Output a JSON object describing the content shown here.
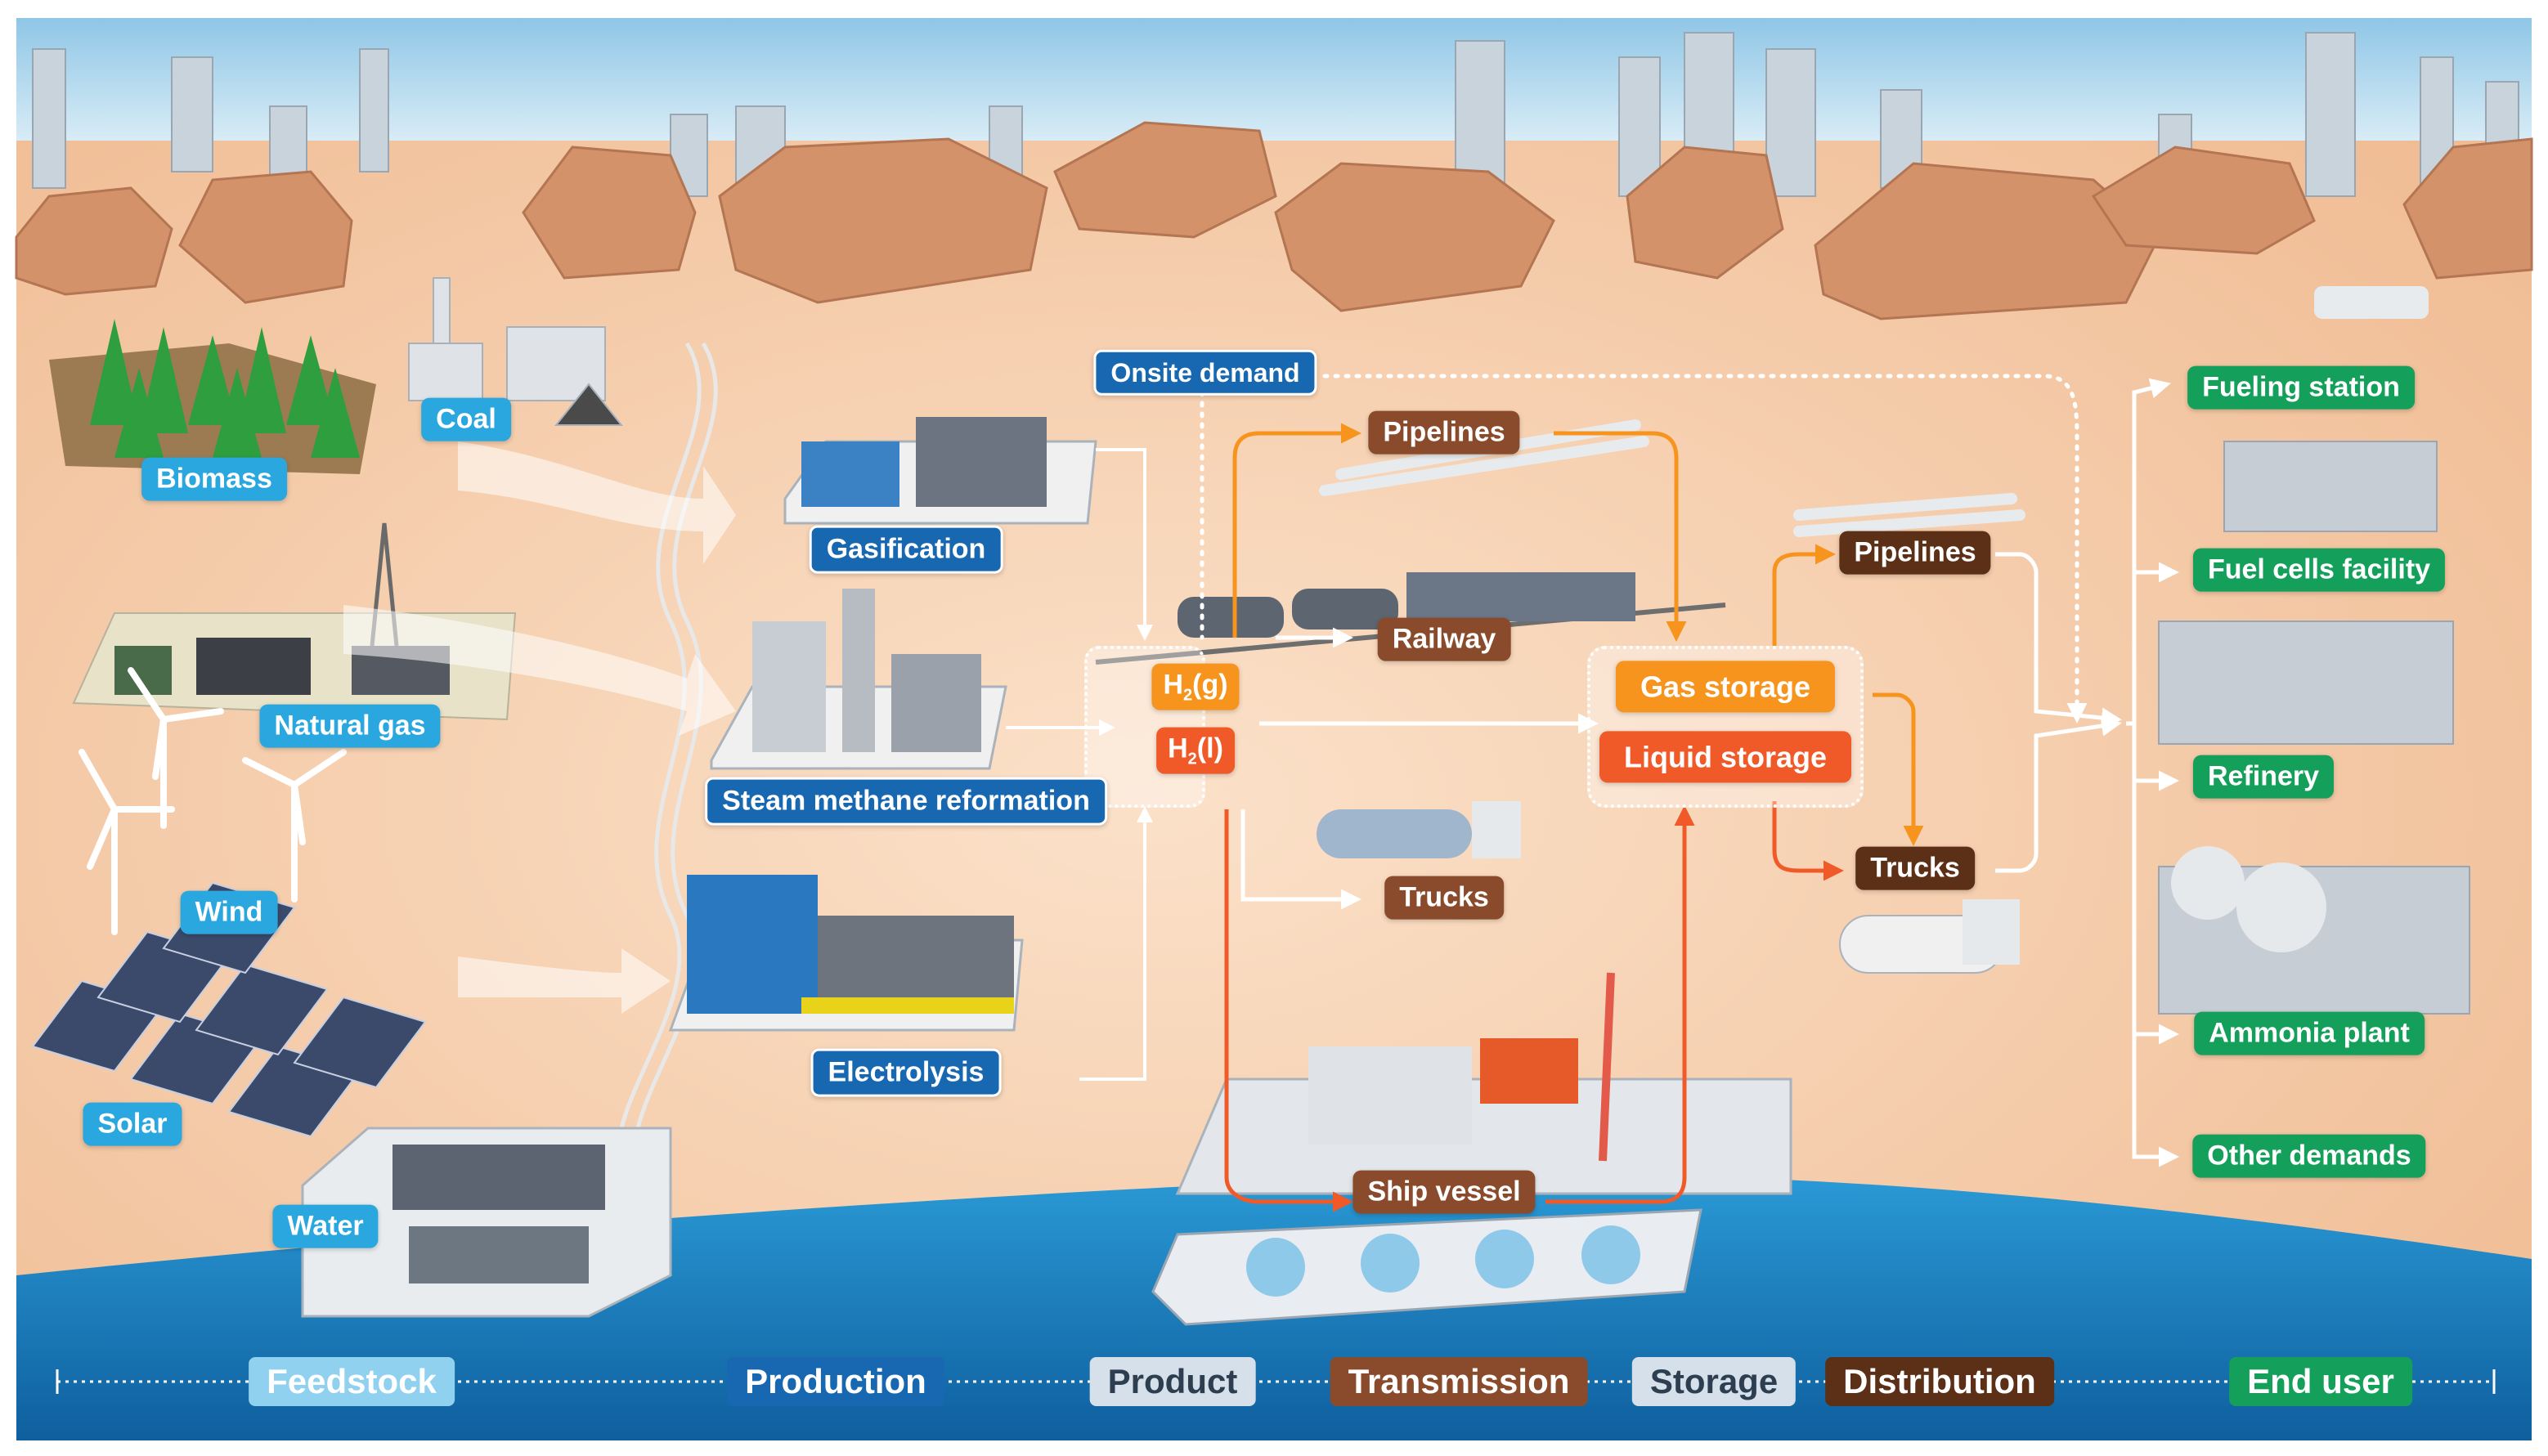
{
  "feedstock": {
    "biomass": "Biomass",
    "coal": "Coal",
    "natural_gas": "Natural gas",
    "wind": "Wind",
    "solar": "Solar",
    "water": "Water"
  },
  "production": {
    "gasification": "Gasification",
    "smr": "Steam methane reformation",
    "electrolysis": "Electrolysis"
  },
  "product": {
    "h2_gas_main": "H",
    "h2_gas_sub": "2",
    "h2_gas_state": "(g)",
    "h2_liquid_main": "H",
    "h2_liquid_sub": "2",
    "h2_liquid_state": "(l)"
  },
  "onsite_demand": "Onsite demand",
  "transmission": {
    "pipelines": "Pipelines",
    "railway": "Railway",
    "trucks": "Trucks",
    "ship": "Ship vessel"
  },
  "storage": {
    "gas": "Gas storage",
    "liquid": "Liquid storage"
  },
  "distribution": {
    "pipelines": "Pipelines",
    "trucks": "Trucks"
  },
  "end_users": {
    "fueling": "Fueling station",
    "fuel_cells": "Fuel cells facility",
    "refinery": "Refinery",
    "ammonia": "Ammonia plant",
    "other": "Other demands"
  },
  "stages": {
    "feedstock": "Feedstock",
    "production": "Production",
    "product": "Product",
    "transmission": "Transmission",
    "storage": "Storage",
    "distribution": "Distribution",
    "end_user": "End user"
  },
  "colors": {
    "feedstock": "#2ba7e0",
    "production": "#1768b0",
    "transmission": "#8a4b2c",
    "distribution": "#5c2f17",
    "storage_gas": "#f7941d",
    "storage_liquid": "#f05a28",
    "end_user": "#14a05a",
    "sand": "#f3c7a3",
    "sea": "#1a86c7"
  }
}
